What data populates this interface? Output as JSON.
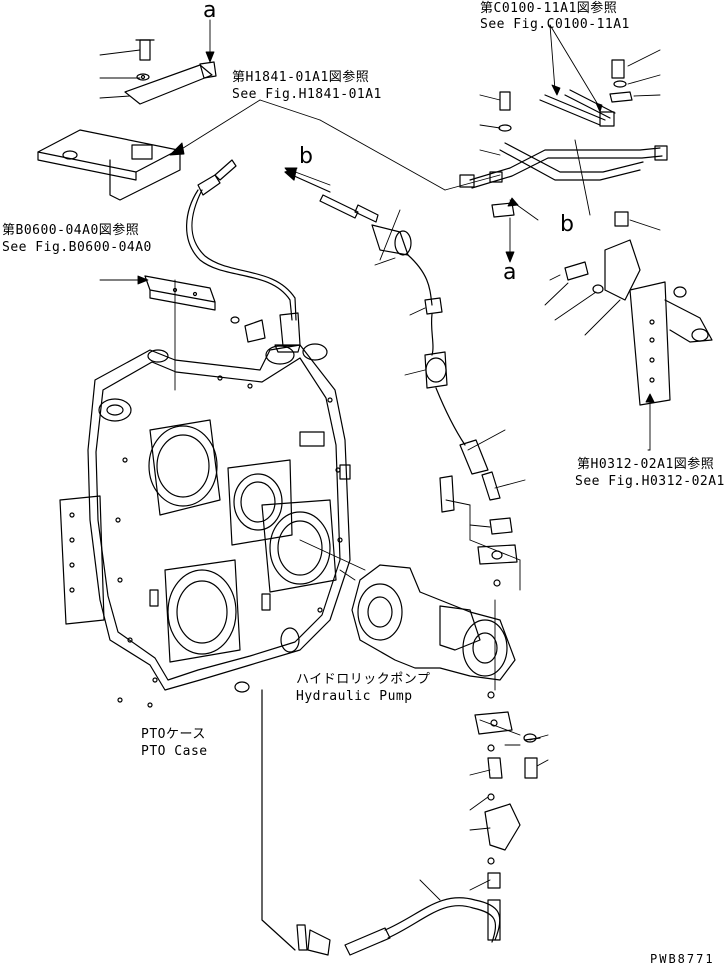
{
  "references": {
    "h1841": {
      "jp": "第H1841-01A1図参照",
      "en": "See Fig.H1841-01A1"
    },
    "c0100": {
      "jp": "第C0100-11A1図参照",
      "en": "See Fig.C0100-11A1"
    },
    "b0600": {
      "jp": "第B0600-04A0図参照",
      "en": "See Fig.B0600-04A0"
    },
    "h0312": {
      "jp": "第H0312-02A1図参照",
      "en": "See Fig.H0312-02A1"
    }
  },
  "components": {
    "pump": {
      "jp": "ハイドロリックポンプ",
      "en": "Hydraulic Pump"
    },
    "case": {
      "jp": "PTOケース",
      "en": "PTO Case"
    }
  },
  "markers": {
    "a_top": "a",
    "a_mid": "a",
    "b_left": "b",
    "b_right": "b"
  },
  "drawing_id": "PWB8771"
}
